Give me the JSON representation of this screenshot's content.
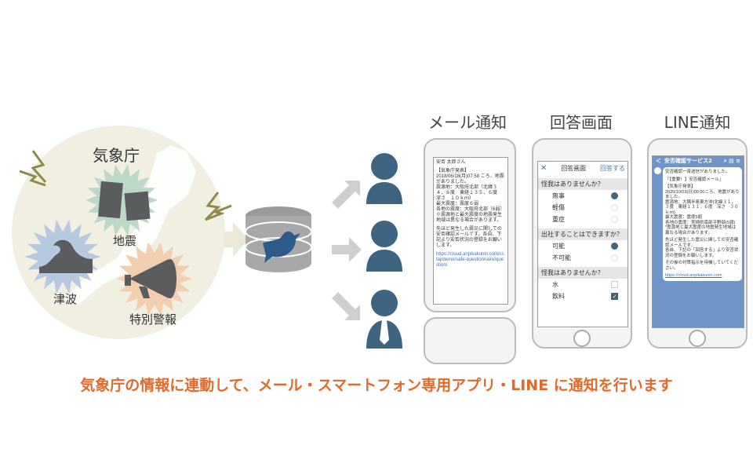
{
  "agency": {
    "title": "気象庁",
    "labels": {
      "earthquake": "地震",
      "tsunami": "津波",
      "warning": "特別警報"
    }
  },
  "colors": {
    "person": "#3e6482",
    "caption": "#e06a2a",
    "earthquake": "#bcd9c8",
    "tsunami": "#b6c9df",
    "warning": "#f2cfb1",
    "circle": "#f1efe2",
    "line_header": "#6f95c6"
  },
  "headings": {
    "mail": "メール通知",
    "answer": "回答画面",
    "line": "LINE通知"
  },
  "mail": {
    "lines": [
      "安否 太郎さん",
      "",
      "【気象庁発表】",
      "2018/06/18(月)07:58 ころ、地震がありました。",
      "震源地：大阪府北部（北緯３４．８度　東経１３５．６度　深さ　１０ｋｍ）",
      "最大震度：震度６弱",
      "各地の震度：大阪府北部（6弱）",
      "※震源地と最大震度の地震発生地域は異なる場合があります。",
      "",
      "先ほど発生した震災に関しての安否確認メールです。各自、下記より安否状況の登録をお願いします。",
      ""
    ],
    "link": "https://cloud.anpikakunin.com/cstapdemo/safe-questionnaire/question/"
  },
  "answer": {
    "close": "✕",
    "title": "回答画面",
    "submit": "回答する",
    "sections": [
      {
        "question": "怪我はありませんか？",
        "type": "radio",
        "options": [
          {
            "label": "無事",
            "checked": true
          },
          {
            "label": "軽傷",
            "checked": false
          },
          {
            "label": "重症",
            "checked": false
          }
        ]
      },
      {
        "question": "出社することはできますか？",
        "type": "radio",
        "options": [
          {
            "label": "可能",
            "checked": true
          },
          {
            "label": "不可能",
            "checked": false
          }
        ]
      },
      {
        "question": "怪我はありませんか？",
        "type": "check",
        "options": [
          {
            "label": "水",
            "checked": false
          },
          {
            "label": "飲料",
            "checked": true
          }
        ]
      }
    ]
  },
  "line": {
    "back": "＜",
    "title": "安否確認サービス2",
    "message": [
      "安否確認一斉送信がありました。",
      "",
      "「【重要！】安否確認メール」",
      "",
      "【気象庁発表】",
      "2020/10/03(日)00:00ころ、地震がありました。",
      "震源地：大隅半島東方沖(北緯３１．３度　東経１３１．６度　深さ　３０ｋｍ)",
      "最大震度：震度5弱",
      "各地の震度：宮崎県南部平野部(5弱)",
      "*震源地と最大震度の地震発生地域は異なる場合があります。",
      "",
      "先ほど発生した震災に関しての安否確認メールです。",
      "各自、下記の「回答する」より安否状況の登録をお願いします。",
      "",
      "その後の対策指示を待機していてください。",
      ""
    ],
    "link": "https://cloud.anpikakunin.com"
  },
  "caption": "気象庁の情報に連動して、メール・スマートフォン専用アプリ・LINE に通知を行います"
}
